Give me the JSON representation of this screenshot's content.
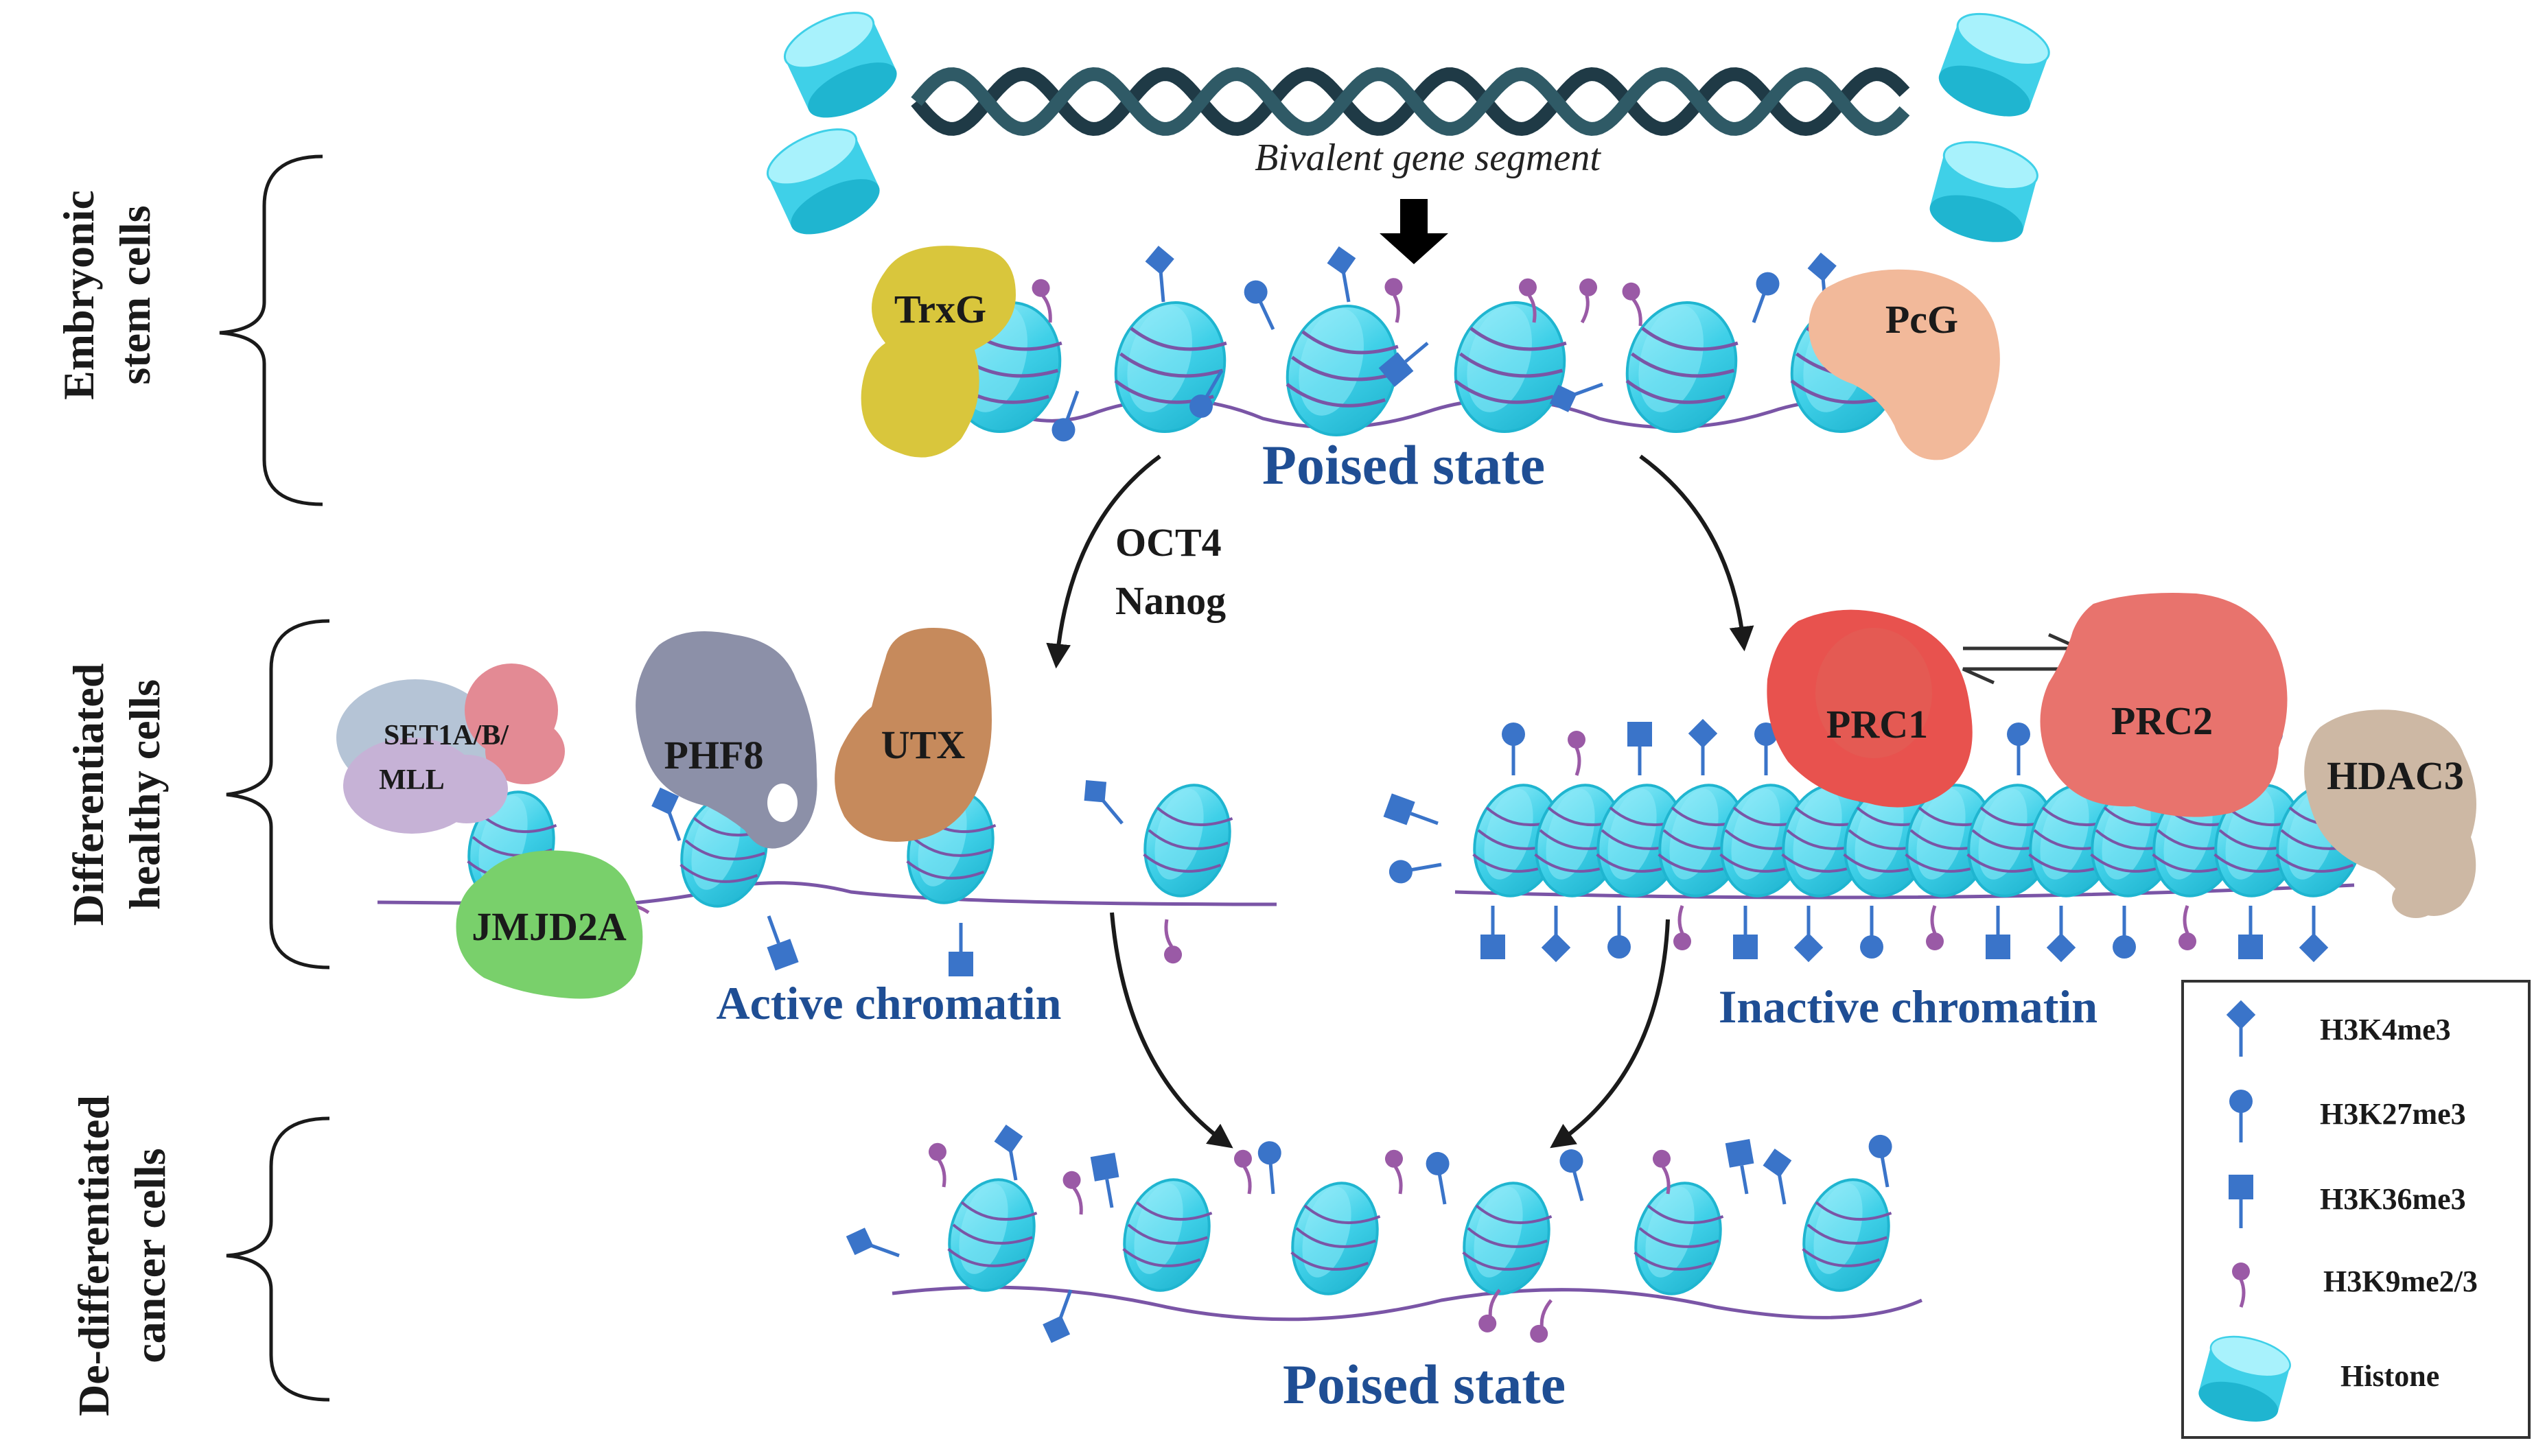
{
  "colors": {
    "histone_light": "#7fe6f5",
    "histone_mid": "#3fd0e8",
    "histone_dark": "#1fb5d0",
    "h3k4me3": "#3a74c9",
    "h3k9me": "#9a5aa6",
    "dna": "#1f3a46",
    "label_blue": "#1f4e94",
    "trxg": "#d9c63c",
    "pcg": "#f2b99a",
    "prc1": "#e8524e",
    "prc2": "#e8736d",
    "hdac3": "#cdb8a4",
    "phf8": "#8c90a8",
    "utx": "#c68a5c",
    "jmjd2a": "#79d06b",
    "set1": "#b5c4d6",
    "set1_pink": "#e38a94",
    "set1_lav": "#c6b2d6"
  },
  "diagram": {
    "gene_segment_label": "Bivalent gene segment",
    "poised_state_top": "Poised state",
    "poised_state_bottom": "Poised state",
    "active_chromatin": "Active chromatin",
    "inactive_chromatin": "Inactive chromatin",
    "tf_line1": "OCT4",
    "tf_line2": "Nanog"
  },
  "proteins": {
    "trxg": "TrxG",
    "pcg": "PcG",
    "set1": "SET1A/B/",
    "mll": "MLL",
    "phf8": "PHF8",
    "utx": "UTX",
    "jmjd2a": "JMJD2A",
    "prc1": "PRC1",
    "prc2": "PRC2",
    "hdac3": "HDAC3"
  },
  "cell_types": {
    "embryonic_1": "Embryonic",
    "embryonic_2": "stem cells",
    "differentiated_1": "Differentiated",
    "differentiated_2": "healthy cells",
    "dedifferentiated_1": "De-differentiated",
    "dedifferentiated_2": "cancer cells"
  },
  "legend": {
    "items": [
      {
        "label": "H3K4me3",
        "icon": "diamond-icon"
      },
      {
        "label": "H3K27me3",
        "icon": "circle-icon"
      },
      {
        "label": "H3K36me3",
        "icon": "square-icon"
      },
      {
        "label": "H3K9me2/3",
        "icon": "small-circle-icon"
      },
      {
        "label": "Histone",
        "icon": "histone-icon"
      }
    ]
  }
}
